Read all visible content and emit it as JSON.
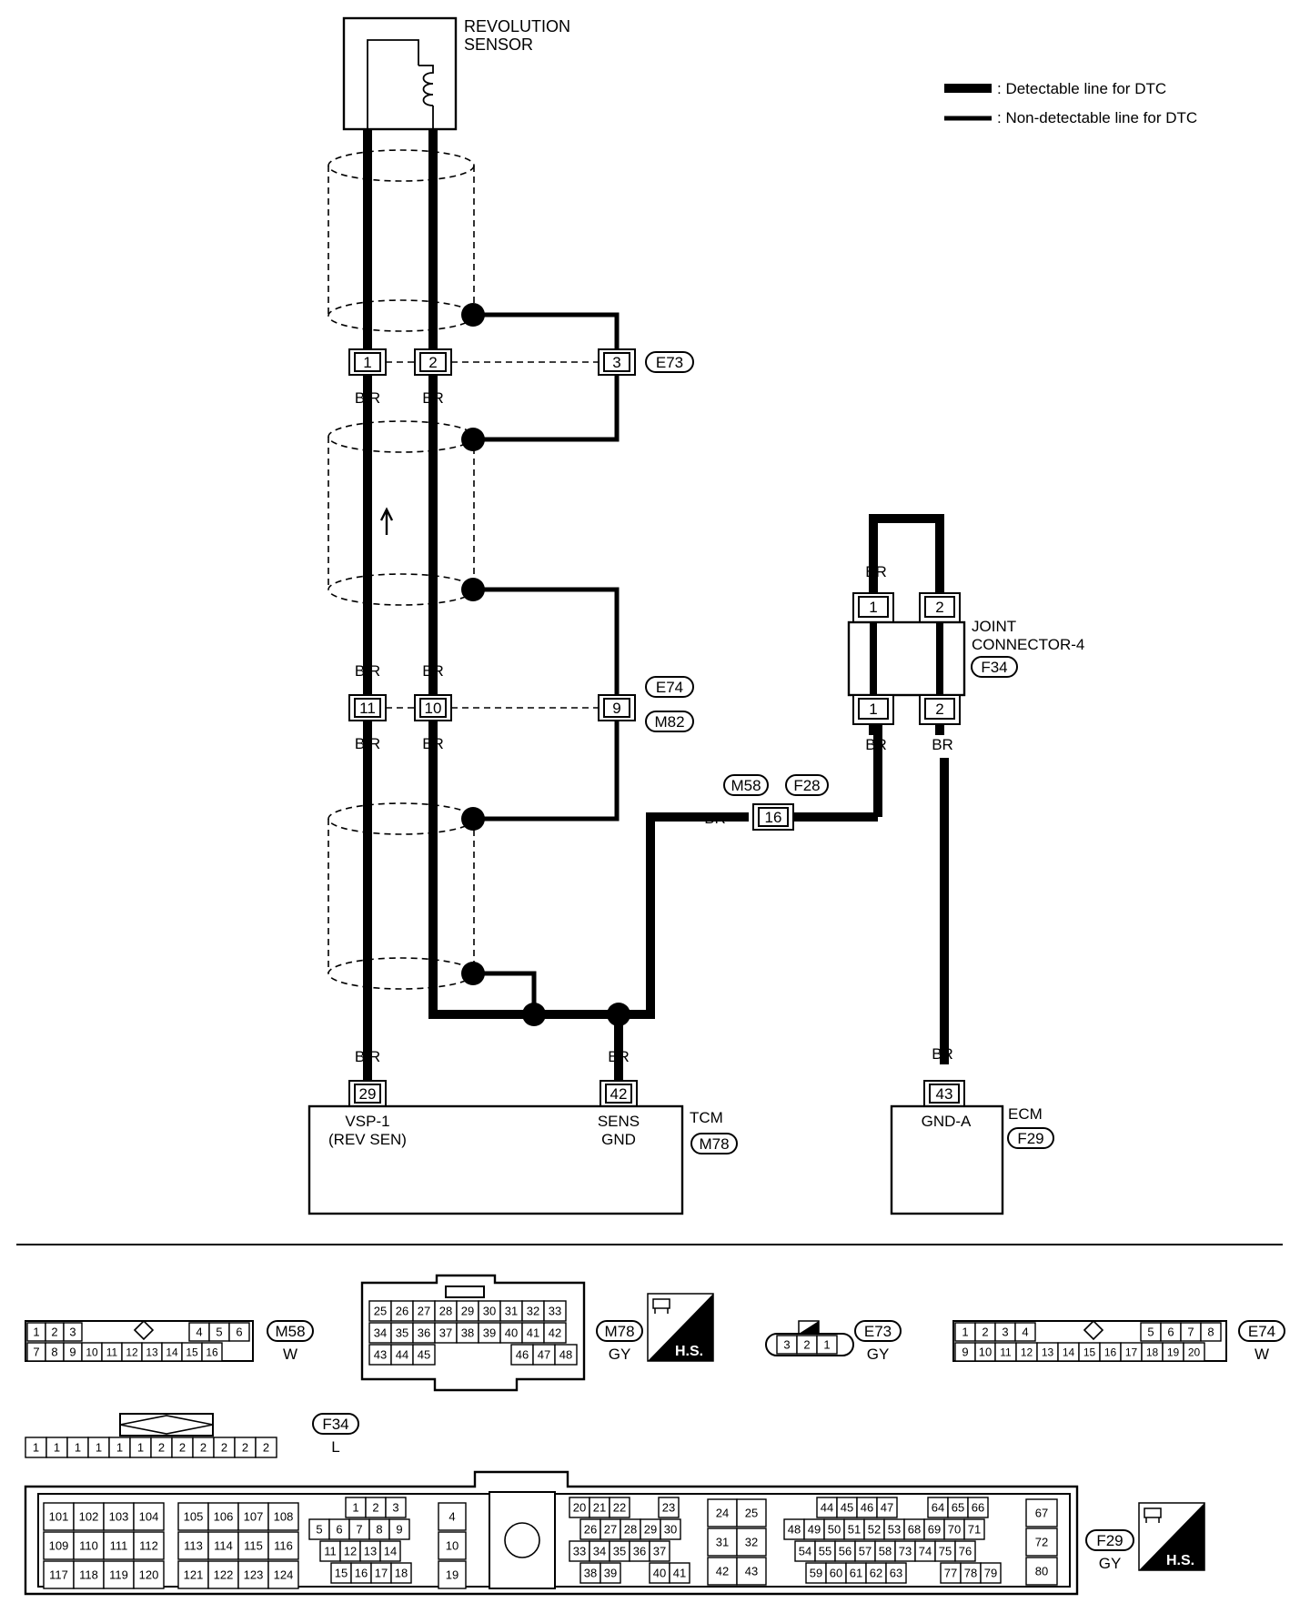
{
  "legend": {
    "detectable": ": Detectable line for DTC",
    "non_detectable": ": Non-detectable line for DTC"
  },
  "sensor": {
    "line1": "REVOLUTION",
    "line2": "SENSOR"
  },
  "connectors": {
    "e73": "E73",
    "e74": "E74",
    "m82": "M82",
    "m58": "M58",
    "f28": "F28",
    "f34": "F34",
    "m78": "M78",
    "f29": "F29"
  },
  "pins": {
    "p1": "1",
    "p2": "2",
    "p3": "3",
    "p11": "11",
    "p10": "10",
    "p9": "9",
    "p16": "16",
    "p29": "29",
    "p42": "42",
    "p43": "43"
  },
  "wires": {
    "br": "BR",
    "br_slash": "B/R"
  },
  "joint": {
    "line1": "JOINT",
    "line2": "CONNECTOR-4"
  },
  "tcm": {
    "name": "TCM",
    "vsp1": "VSP-1",
    "rev_sen": "(REV SEN)",
    "sens": "SENS",
    "gnd": "GND"
  },
  "ecm": {
    "name": "ECM",
    "gnd_a": "GND-A"
  },
  "connector_colors": {
    "white": "W",
    "gray": "GY",
    "blue": "L"
  },
  "hs": "H.S.",
  "layouts": {
    "m58": {
      "top": [
        "1",
        "2",
        "3",
        "4",
        "5",
        "6"
      ],
      "bottom": [
        "7",
        "8",
        "9",
        "10",
        "11",
        "12",
        "13",
        "14",
        "15",
        "16"
      ]
    },
    "m78": {
      "row1": [
        "25",
        "26",
        "27",
        "28",
        "29",
        "30",
        "31",
        "32",
        "33"
      ],
      "row2": [
        "34",
        "35",
        "36",
        "37",
        "38",
        "39",
        "40",
        "41",
        "42"
      ],
      "row3a": [
        "43",
        "44",
        "45"
      ],
      "row3b": [
        "46",
        "47",
        "48"
      ]
    },
    "e73": [
      "3",
      "2",
      "1"
    ],
    "e74": {
      "top": [
        "1",
        "2",
        "3",
        "4",
        "5",
        "6",
        "7",
        "8"
      ],
      "bottom": [
        "9",
        "10",
        "11",
        "12",
        "13",
        "14",
        "15",
        "16",
        "17",
        "18",
        "19",
        "20"
      ]
    },
    "f34": [
      "1",
      "1",
      "1",
      "1",
      "1",
      "1",
      "2",
      "2",
      "2",
      "2",
      "2",
      "2"
    ],
    "f29": {
      "g1": [
        "101",
        "102",
        "103",
        "104",
        "109",
        "110",
        "111",
        "112",
        "117",
        "118",
        "119",
        "120"
      ],
      "g2": [
        "105",
        "106",
        "107",
        "108",
        "113",
        "114",
        "115",
        "116",
        "121",
        "122",
        "123",
        "124"
      ],
      "g3r1": [
        "1",
        "2",
        "3"
      ],
      "g3r2": [
        "5",
        "6",
        "7",
        "8",
        "9"
      ],
      "g3r3": [
        "11",
        "12",
        "13",
        "14"
      ],
      "g3r4": [
        "15",
        "16",
        "17",
        "18"
      ],
      "g4": [
        "4",
        "10",
        "19"
      ],
      "g5r1": [
        "20",
        "21",
        "22",
        "23"
      ],
      "g5r2": [
        "26",
        "27",
        "28",
        "29",
        "30"
      ],
      "g5r3": [
        "33",
        "34",
        "35",
        "36",
        "37"
      ],
      "g5r4": [
        "38",
        "39",
        "40",
        "41"
      ],
      "g6": [
        "24",
        "25",
        "31",
        "32",
        "42",
        "43"
      ],
      "g7r1": [
        "44",
        "45",
        "46",
        "47",
        "64",
        "65",
        "66"
      ],
      "g7r2": [
        "48",
        "49",
        "50",
        "51",
        "52",
        "53",
        "68",
        "69",
        "70",
        "71"
      ],
      "g7r3": [
        "54",
        "55",
        "56",
        "57",
        "58",
        "73",
        "74",
        "75",
        "76"
      ],
      "g7r4": [
        "59",
        "60",
        "61",
        "62",
        "63",
        "77",
        "78",
        "79"
      ],
      "g8": [
        "67",
        "72",
        "80"
      ]
    }
  }
}
